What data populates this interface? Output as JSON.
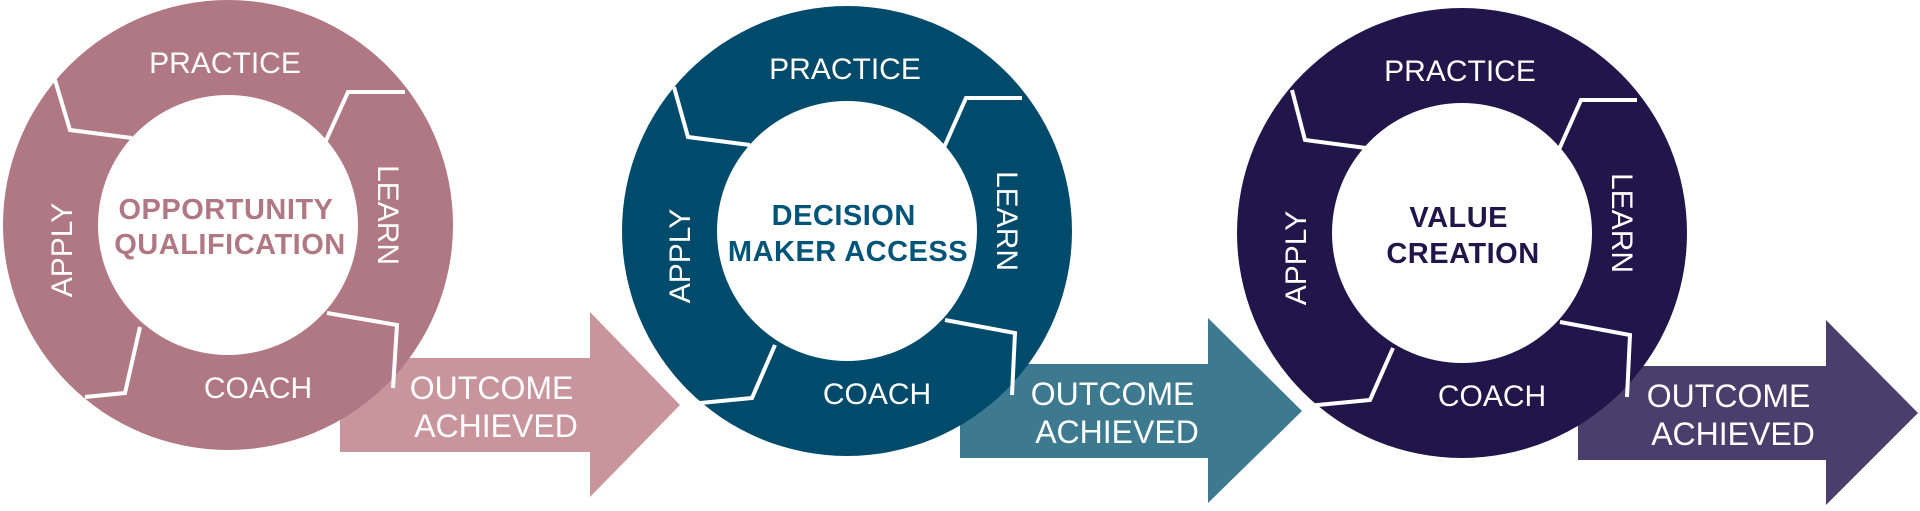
{
  "cycles": [
    {
      "center_lines": [
        "OPPORTUNITY",
        "QUALIFICATION"
      ],
      "steps": {
        "top": "PRACTICE",
        "right": "LEARN",
        "bottom": "COACH",
        "left": "APPLY"
      },
      "outcome_lines": [
        "OUTCOME",
        "ACHIEVED"
      ],
      "colors": {
        "ring": "#b07882",
        "arrow": "#c9959d",
        "center_text": "#b07882"
      }
    },
    {
      "center_lines": [
        "DECISION",
        "MAKER ACCESS"
      ],
      "steps": {
        "top": "PRACTICE",
        "right": "LEARN",
        "bottom": "COACH",
        "left": "APPLY"
      },
      "outcome_lines": [
        "OUTCOME",
        "ACHIEVED"
      ],
      "colors": {
        "ring": "#004b6b",
        "arrow": "#3d7a90",
        "center_text": "#005478"
      }
    },
    {
      "center_lines": [
        "VALUE",
        "CREATION"
      ],
      "steps": {
        "top": "PRACTICE",
        "right": "LEARN",
        "bottom": "COACH",
        "left": "APPLY"
      },
      "outcome_lines": [
        "OUTCOME",
        "ACHIEVED"
      ],
      "colors": {
        "ring": "#20164a",
        "arrow": "#4a3f6c",
        "center_text": "#20164a"
      }
    }
  ]
}
